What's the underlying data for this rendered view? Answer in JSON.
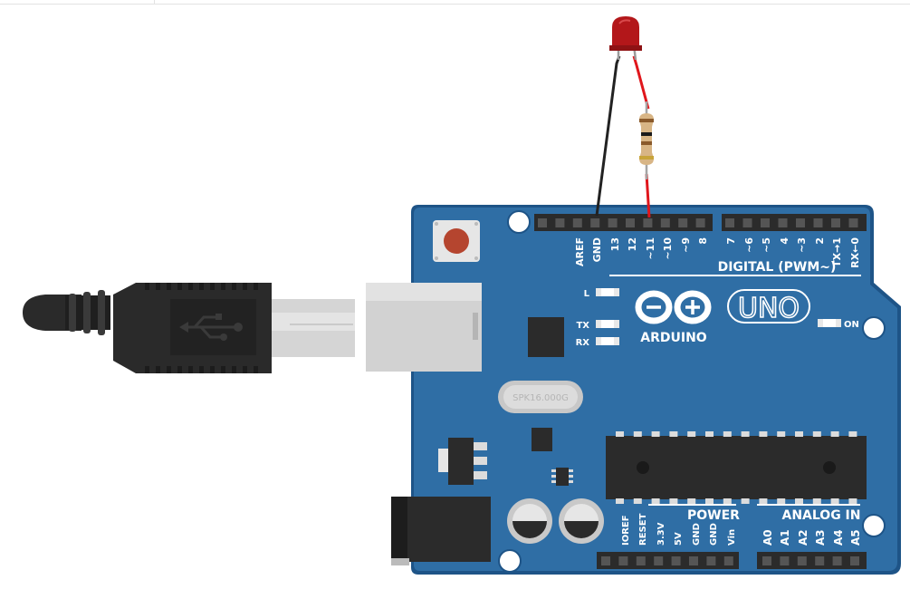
{
  "board": {
    "brand": "ARDUINO",
    "model": "UNO",
    "crystal": "SPK16.000G",
    "colors": {
      "board": "#2f6ea5",
      "board_edge": "#1e5487",
      "header": "#2b2b2b",
      "silk": "#ffffff"
    }
  },
  "labels": {
    "digital_section": "DIGITAL (PWM~)",
    "power_section": "POWER",
    "analog_section": "ANALOG IN",
    "led_l": "L",
    "led_tx": "TX",
    "led_rx": "RX",
    "led_on": "ON"
  },
  "digital_pins": [
    "AREF",
    "GND",
    "13",
    "12",
    "~11",
    "~10",
    "~9",
    "8",
    "7",
    "~6",
    "~5",
    "4",
    "~3",
    "2",
    "TX→1",
    "RX←0"
  ],
  "power_pins": [
    "IOREF",
    "RESET",
    "3.3V",
    "5V",
    "GND",
    "GND",
    "Vin"
  ],
  "analog_pins": [
    "A0",
    "A1",
    "A2",
    "A3",
    "A4",
    "A5"
  ],
  "components": {
    "led_color": "#b3171a",
    "wire_gnd_color": "#222222",
    "wire_signal_color": "#e0161c",
    "usb_cable_color": "#2a2a2a"
  }
}
